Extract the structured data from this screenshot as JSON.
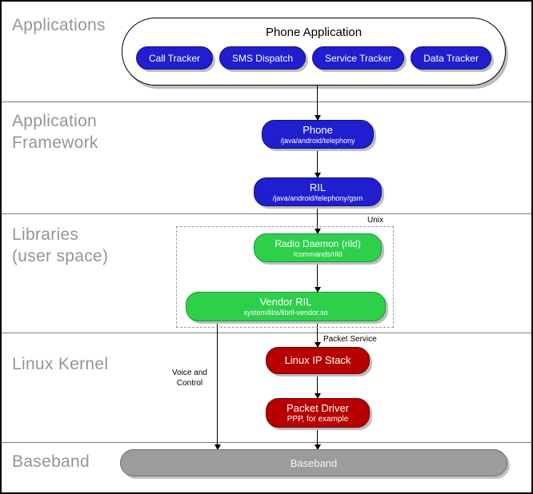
{
  "layer_labels": {
    "applications": "Applications",
    "application_framework_line1": "Application",
    "application_framework_line2": "Framework",
    "libraries_line1": "Libraries",
    "libraries_line2": "(user space)",
    "linux_kernel": "Linux Kernel",
    "baseband": "Baseband"
  },
  "phone_application": {
    "title": "Phone Application",
    "apps": [
      {
        "label": "Call Tracker"
      },
      {
        "label": "SMS Dispatch"
      },
      {
        "label": "Service Tracker"
      },
      {
        "label": "Data Tracker"
      }
    ]
  },
  "nodes": {
    "phone": {
      "title": "Phone",
      "subtitle": "/java/android/telephony"
    },
    "ril": {
      "title": "RIL",
      "subtitle": "/java/android/telephony/gsm"
    },
    "radio_daemon": {
      "title": "Radio Daemon (rild)",
      "subtitle": "/commands/rild"
    },
    "vendor_ril": {
      "title": "Vendor RIL",
      "subtitle": "system/libs/libril-vendor.so"
    },
    "linux_ip_stack": {
      "title": "Linux IP Stack"
    },
    "packet_driver": {
      "title": "Packet Driver",
      "subtitle": "PPP, for example"
    },
    "baseband": {
      "title": "Baseband"
    }
  },
  "annotations": {
    "unix": "Unix",
    "packet_service": "Packet Service",
    "voice_and_control_line1": "Voice and",
    "voice_and_control_line2": "Control"
  },
  "colors": {
    "application_blue": "#1f1fcf",
    "library_green": "#2ed04b",
    "kernel_red": "#b70000",
    "baseband_gray": "#9c9c9c",
    "layer_label_gray": "#959595"
  }
}
